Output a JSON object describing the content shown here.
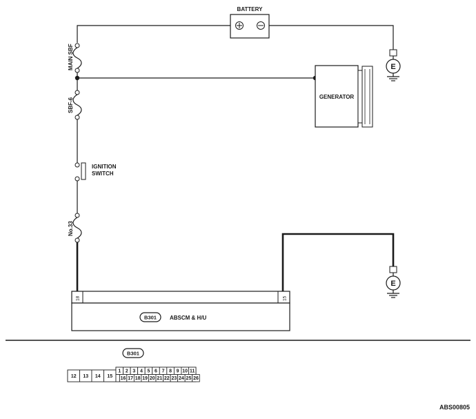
{
  "labels": {
    "battery": "BATTERY",
    "main_sbf": "MAIN SBF",
    "sbf6": "SBF-6",
    "ignition_line1": "IGNITION",
    "ignition_line2": "SWITCH",
    "generator": "GENERATOR",
    "fuse33": "No.33",
    "ground1": "E",
    "ground2": "E",
    "module_id": "B301",
    "module_name": "ABSCM & H/U",
    "pin_left": "18",
    "pin_right": "15",
    "connector_id": "B301",
    "figure_code": "ABS00805"
  },
  "connector": {
    "left_pins": [
      "12",
      "13",
      "14",
      "15"
    ],
    "top_row": [
      "1",
      "2",
      "3",
      "4",
      "5",
      "6",
      "7",
      "8",
      "9",
      "10",
      "11"
    ],
    "bottom_row": [
      "16",
      "17",
      "18",
      "19",
      "20",
      "21",
      "22",
      "23",
      "24",
      "25",
      "26"
    ]
  }
}
